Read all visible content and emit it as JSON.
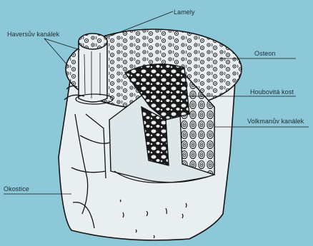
{
  "diagram": {
    "labels": {
      "lamely": "Lamely",
      "haversuv_kanalek": "Haversův kanálek",
      "osteon": "Osteon",
      "houbovita_kost": "Houbovitá kost",
      "volkmanuv_kanalek": "Volkmanův kanálek",
      "okostice": "Okostice"
    }
  },
  "colors": {
    "background": "#8cc8d8",
    "ink": "#141414",
    "bone_face": "#e9eff0"
  }
}
